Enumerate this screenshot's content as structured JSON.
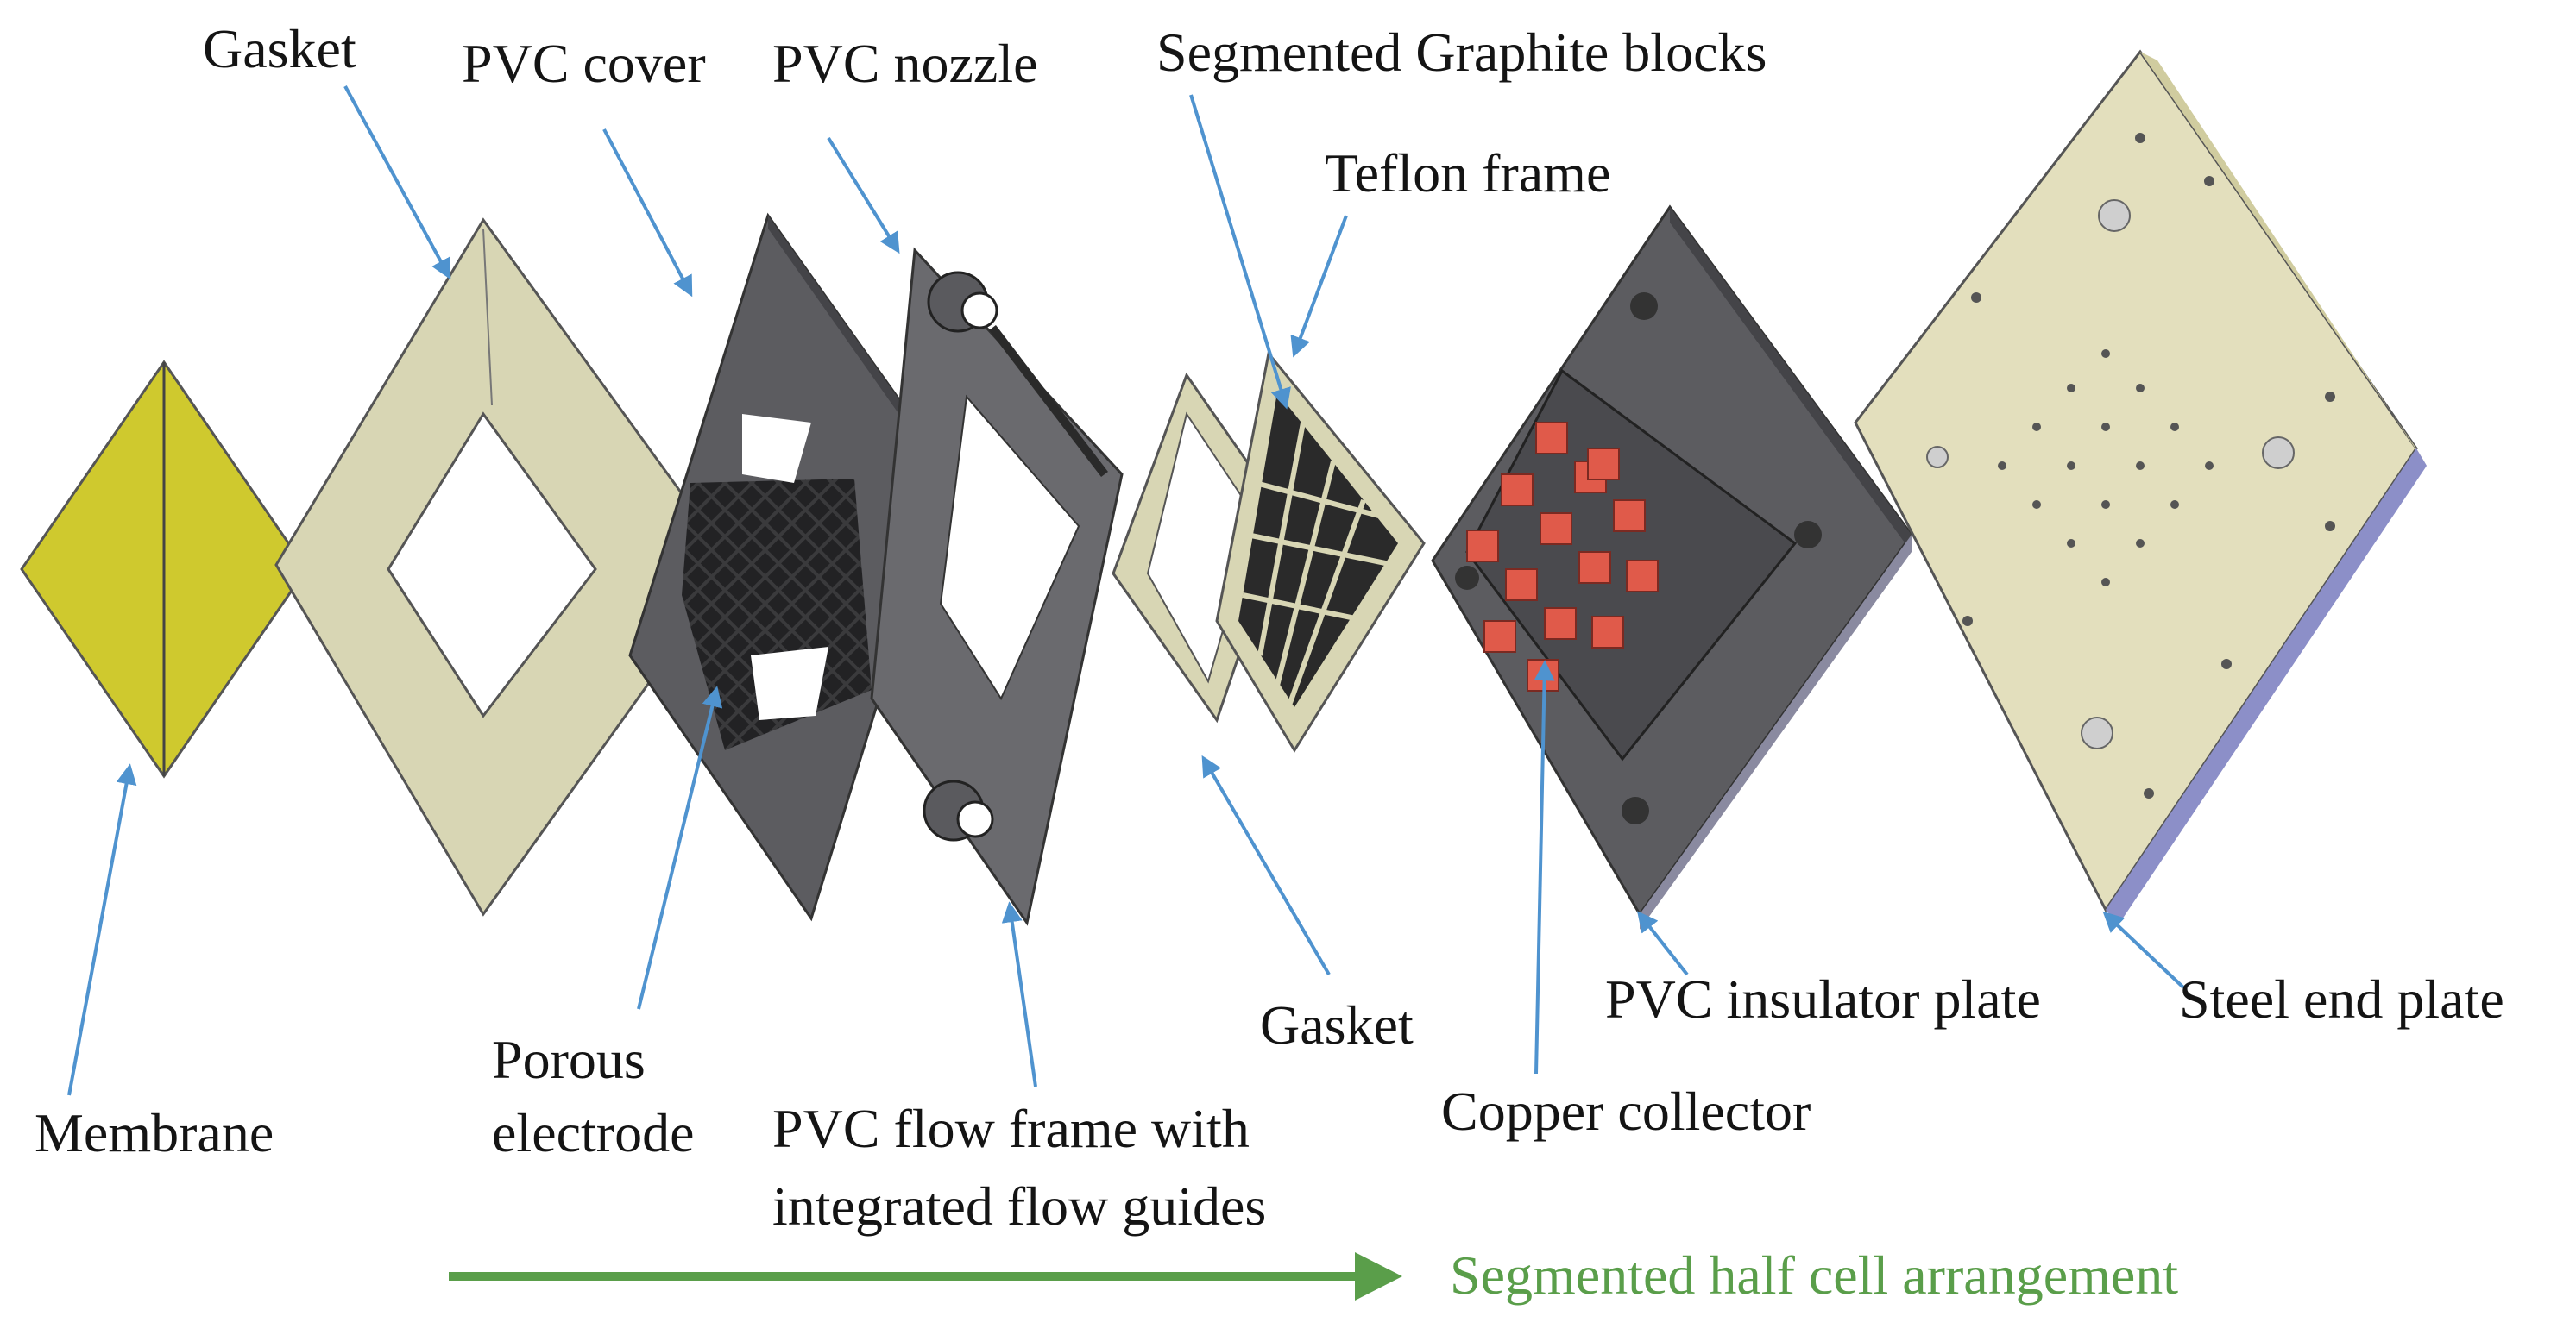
{
  "labels": {
    "gasket_top": "Gasket",
    "pvc_cover": "PVC cover",
    "pvc_nozzle": "PVC nozzle",
    "segmented_graphite": "Segmented Graphite blocks",
    "teflon_frame": "Teflon frame",
    "membrane": "Membrane",
    "porous_electrode_1": "Porous",
    "porous_electrode_2": "electrode",
    "flow_frame_1": "PVC flow frame with",
    "flow_frame_2": "integrated flow guides",
    "gasket_bottom": "Gasket",
    "copper_collector": "Copper collector",
    "pvc_insulator": "PVC insulator plate",
    "steel_end_plate": "Steel end plate",
    "arrangement": "Segmented half cell arrangement"
  },
  "colors": {
    "membrane": "#cfc92e",
    "gasket": "#d8d6b4",
    "pvc_dark": "#5c5c60",
    "graphite": "#2a2a2a",
    "copper": "#e05a4a",
    "steel_plate": "#e3dfbd",
    "pointer_arrow": "#4f93cf",
    "direction_arrow": "#5a9e4a"
  }
}
